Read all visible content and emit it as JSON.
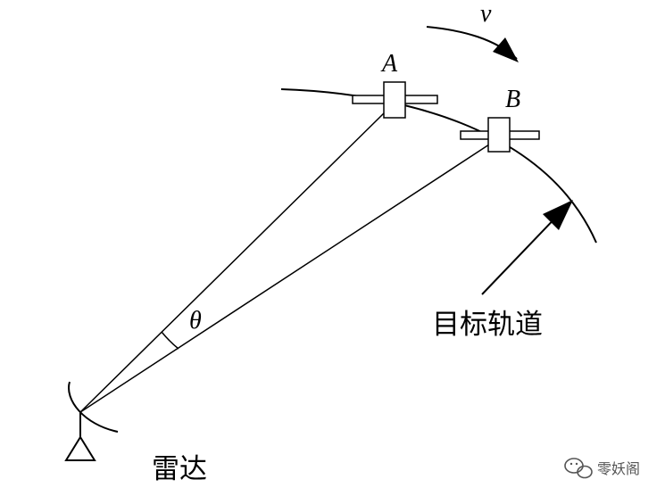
{
  "labels": {
    "velocity": "v",
    "satellite_a": "A",
    "satellite_b": "B",
    "angle": "θ",
    "orbit": "目标轨道",
    "radar": "雷达"
  },
  "watermark": {
    "text": "零妖阁",
    "icon": "wechat-icon"
  },
  "colors": {
    "ink": "#000000",
    "background": "#ffffff",
    "watermark": "#555555"
  }
}
